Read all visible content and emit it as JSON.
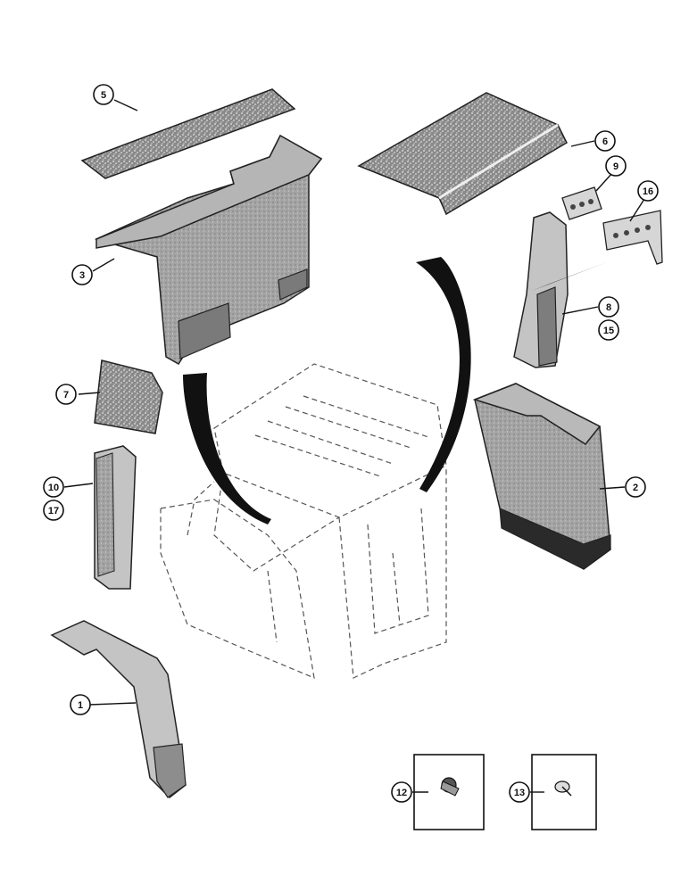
{
  "diagram": {
    "callouts": [
      {
        "id": "c1",
        "label": "1"
      },
      {
        "id": "c2",
        "label": "2"
      },
      {
        "id": "c3",
        "label": "3"
      },
      {
        "id": "c5",
        "label": "5"
      },
      {
        "id": "c6",
        "label": "6"
      },
      {
        "id": "c7",
        "label": "7"
      },
      {
        "id": "c8",
        "label": "8"
      },
      {
        "id": "c9",
        "label": "9"
      },
      {
        "id": "c10",
        "label": "10"
      },
      {
        "id": "c12",
        "label": "12"
      },
      {
        "id": "c13",
        "label": "13"
      },
      {
        "id": "c15",
        "label": "15"
      },
      {
        "id": "c16",
        "label": "16"
      },
      {
        "id": "c17",
        "label": "17"
      }
    ]
  }
}
